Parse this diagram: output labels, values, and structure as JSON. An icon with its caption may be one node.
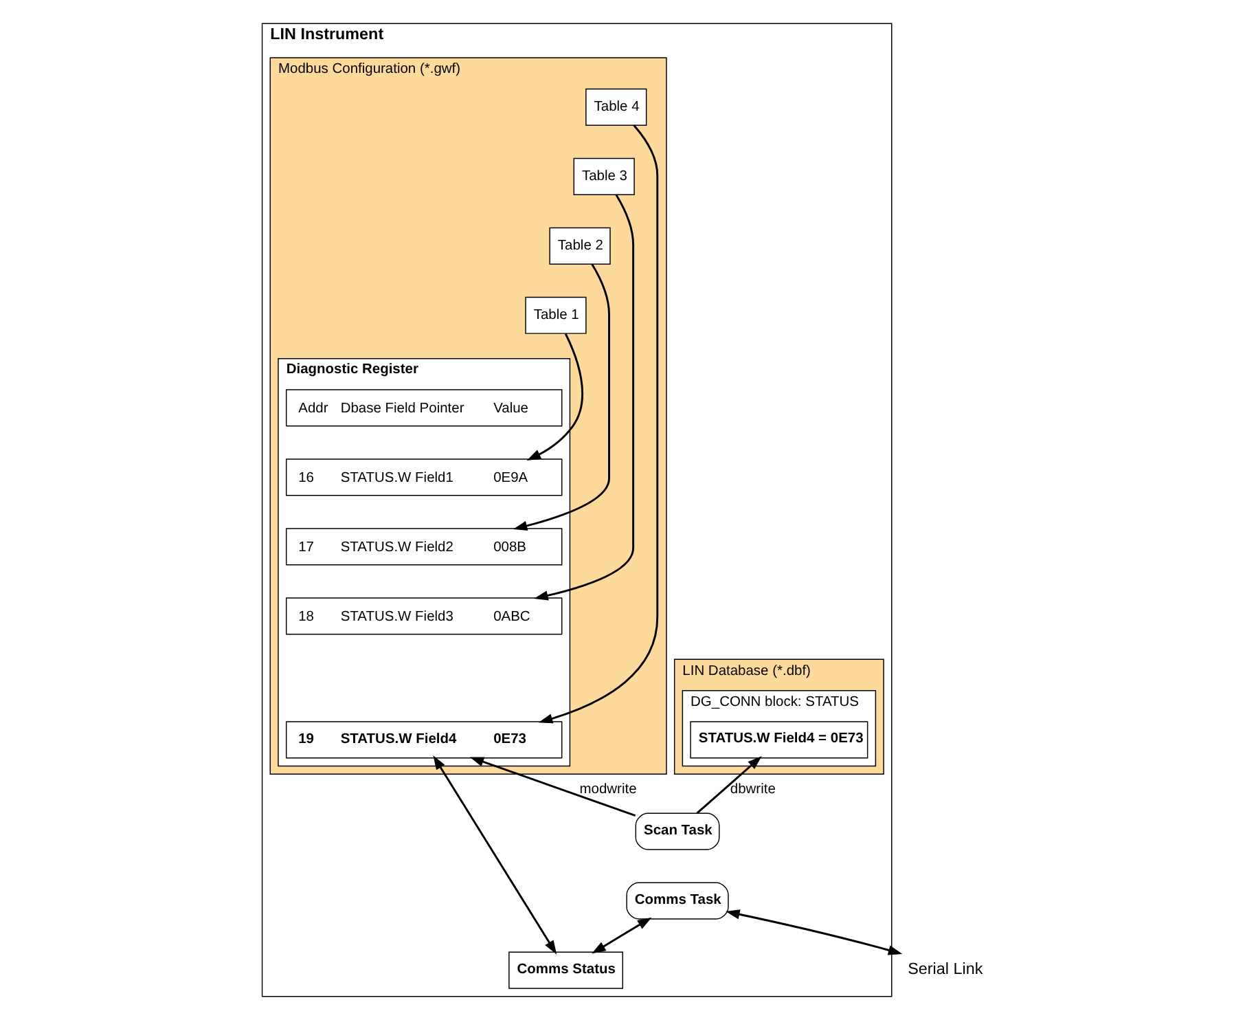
{
  "diagram": {
    "nodes": [
      {
        "text": [
          "LIN Instrument"
        ]
      },
      {
        "text": [
          "LIN Database (*.dbf)"
        ],
        "in": 0
      },
      {
        "text": [
          "DG_CONN block: STATUS"
        ],
        "in": 1
      },
      {
        "text": [
          "STATUS.W Field4 = 0E73"
        ],
        "in": 2
      },
      {
        "text": [
          "Modbus Configuration (*.gwf)"
        ],
        "in": 0
      },
      {
        "text": [
          "Table 4"
        ],
        "in": 4
      },
      {
        "text": [
          "Table 3"
        ],
        "in": 4
      },
      {
        "text": [
          "Table 2"
        ],
        "in": 4
      },
      {
        "text": [
          "Table 1"
        ],
        "in": 4
      },
      {
        "text": [
          "Diagnostic Register"
        ],
        "in": 4
      },
      {
        "text": [
          "Addr",
          "Dbase Field Pointer",
          "Value"
        ],
        "in": 9
      },
      {
        "text": [
          "16",
          "STATUS.W Field1",
          "0E9A"
        ],
        "in": 9
      },
      {
        "text": [
          "17",
          "STATUS.W Field2",
          "008B"
        ],
        "in": 9
      },
      {
        "text": [
          "18",
          "STATUS.W Field3",
          "0ABC"
        ],
        "in": 9
      },
      {
        "text": [
          "19",
          "STATUS.W Field4",
          "0E73"
        ],
        "in": 9
      },
      {
        "text": [
          "Scan Task"
        ],
        "in": 0
      },
      {
        "text": [
          "Comms Task"
        ],
        "in": 0
      },
      {
        "text": [
          "Comms Status"
        ],
        "in": 0
      },
      {
        "text": [
          "Serial Link"
        ]
      }
    ],
    "edges": [
      {
        "from": 8,
        "to": 11,
        "arrow": "to"
      },
      {
        "from": 7,
        "to": 12,
        "arrow": "to"
      },
      {
        "from": 6,
        "to": 13,
        "arrow": "to"
      },
      {
        "from": 5,
        "to": 14,
        "arrow": "to"
      },
      {
        "from": 15,
        "to": 3,
        "arrow": "to",
        "label": "dbwrite"
      },
      {
        "from": 15,
        "to": 14,
        "arrow": "to",
        "label": "modwrite"
      },
      {
        "from": 14,
        "to": 17,
        "arrow": "both"
      },
      {
        "from": 16,
        "to": 17,
        "arrow": "both"
      },
      {
        "from": 16,
        "to": 18,
        "arrow": "both"
      }
    ]
  }
}
